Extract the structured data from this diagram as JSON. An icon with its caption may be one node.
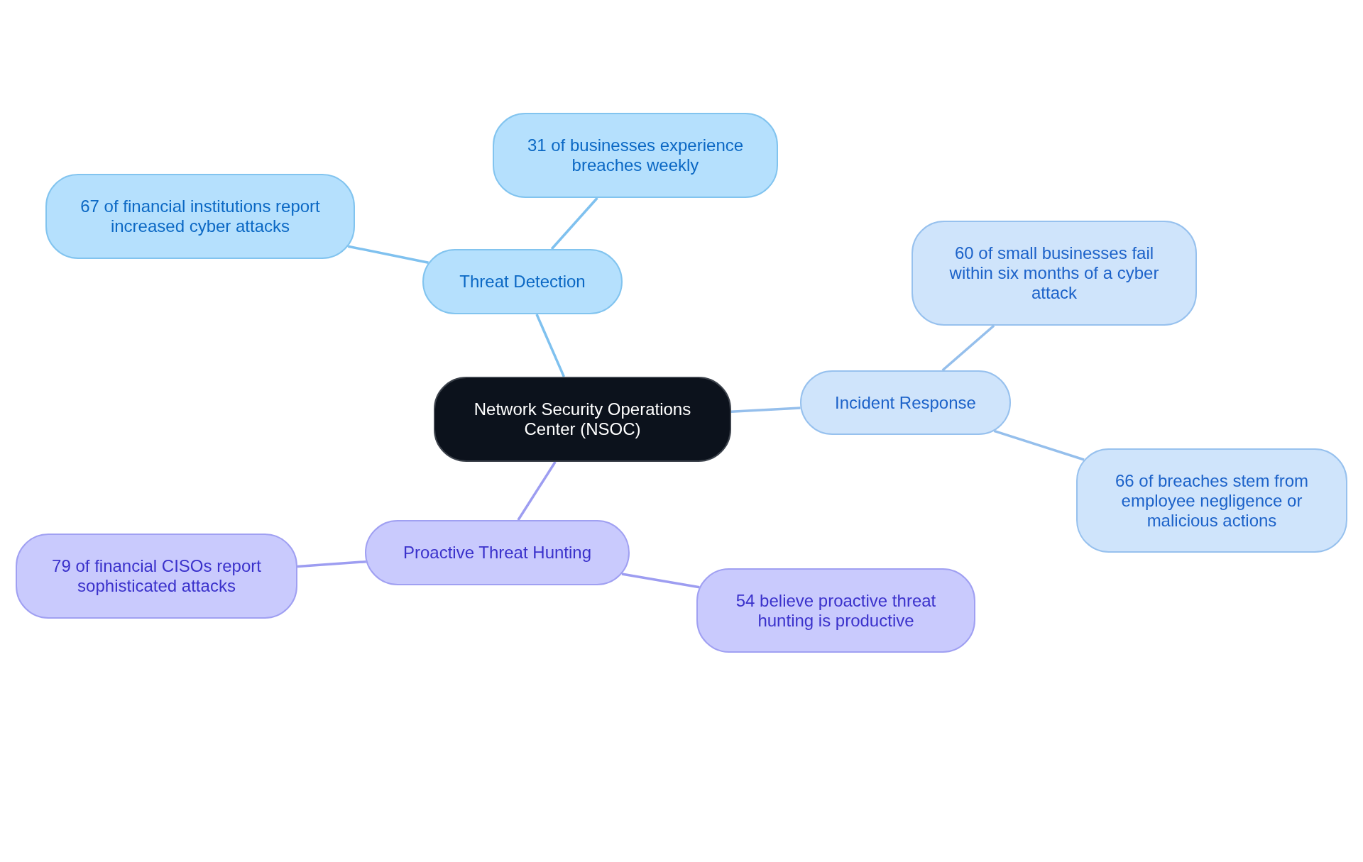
{
  "diagram": {
    "nodes": [
      {
        "text": [
          "Network Security Operations Center (NSOC)"
        ]
      },
      {
        "text": [
          "Threat Detection"
        ]
      },
      {
        "text": [
          "31 of businesses experience breaches weekly"
        ]
      },
      {
        "text": [
          "67 of financial institutions report increased cyber attacks"
        ]
      },
      {
        "text": [
          "Incident Response"
        ]
      },
      {
        "text": [
          "60 of small businesses fail within six months of a cyber attack"
        ]
      },
      {
        "text": [
          "66 of breaches stem from employee negligence or malicious actions"
        ]
      },
      {
        "text": [
          "Proactive Threat Hunting"
        ]
      },
      {
        "text": [
          "79 of financial CISOs report sophisticated attacks"
        ]
      },
      {
        "text": [
          "54 believe proactive threat hunting is productive"
        ]
      }
    ],
    "edges": [
      {
        "from": 0,
        "to": 1,
        "arrow": "none",
        "color": "#7fc1ef"
      },
      {
        "from": 1,
        "to": 2,
        "arrow": "none",
        "color": "#7fc1ef"
      },
      {
        "from": 1,
        "to": 3,
        "arrow": "none",
        "color": "#7fc1ef"
      },
      {
        "from": 0,
        "to": 4,
        "arrow": "none",
        "color": "#95bfec"
      },
      {
        "from": 4,
        "to": 5,
        "arrow": "none",
        "color": "#95bfec"
      },
      {
        "from": 4,
        "to": 6,
        "arrow": "none",
        "color": "#95bfec"
      },
      {
        "from": 0,
        "to": 7,
        "arrow": "none",
        "color": "#9d9df1"
      },
      {
        "from": 7,
        "to": 8,
        "arrow": "none",
        "color": "#9d9df1"
      },
      {
        "from": 7,
        "to": 9,
        "arrow": "none",
        "color": "#9d9df1"
      }
    ]
  }
}
